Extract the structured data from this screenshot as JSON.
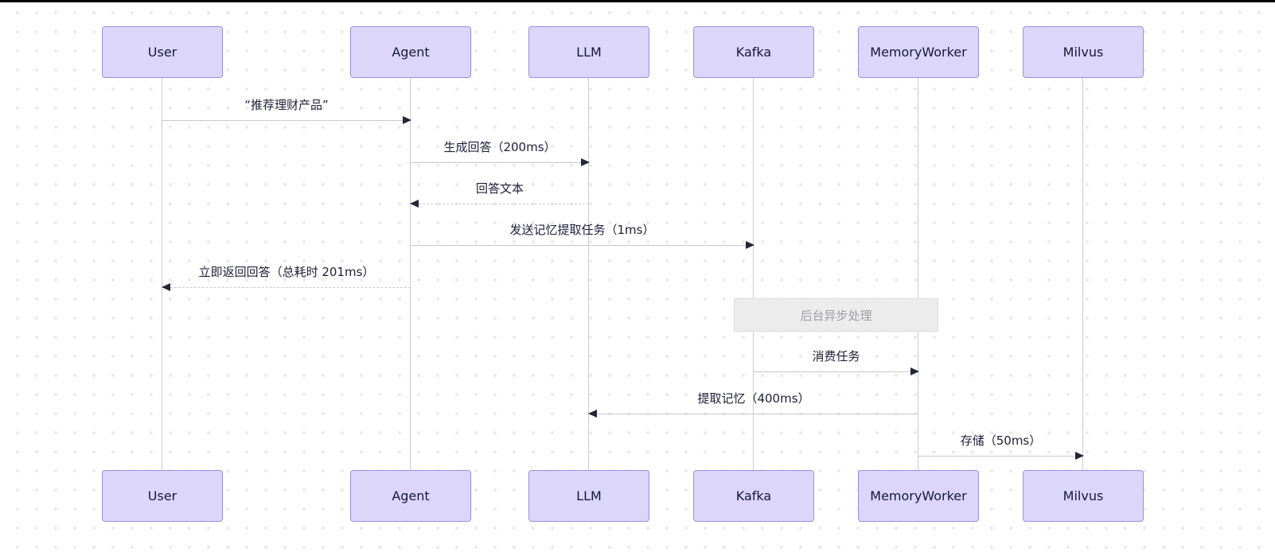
{
  "diagram": {
    "type": "sequence-diagram",
    "colors": {
      "participant_fill": "#dcd7fa",
      "participant_border": "#9c8ee0",
      "participant_text": "#171738",
      "message_text": "#20203a",
      "message_line": "#c9c9c9",
      "arrowhead": "#252538",
      "note_fill": "#ececec",
      "note_text": "#9d9da6",
      "canvas_dot": "#e9e9e9",
      "top_strip": "#000000"
    },
    "participants": [
      {
        "name": "User"
      },
      {
        "name": "Agent"
      },
      {
        "name": "LLM"
      },
      {
        "name": "Kafka"
      },
      {
        "name": "MemoryWorker"
      },
      {
        "name": "Milvus"
      }
    ],
    "messages": [
      {
        "from": "User",
        "to": "Agent",
        "text": "“推荐理财产品”",
        "style": "solid"
      },
      {
        "from": "Agent",
        "to": "LLM",
        "text": "生成回答（200ms）",
        "style": "solid"
      },
      {
        "from": "LLM",
        "to": "Agent",
        "text": "回答文本",
        "style": "dashed"
      },
      {
        "from": "Agent",
        "to": "Kafka",
        "text": "发送记忆提取任务（1ms）",
        "style": "solid"
      },
      {
        "from": "Agent",
        "to": "User",
        "text": "立即返回回答（总耗时 201ms）",
        "style": "dashed"
      },
      {
        "from": "Kafka",
        "to": "MemoryWorker",
        "text": "消费任务",
        "style": "solid"
      },
      {
        "from": "MemoryWorker",
        "to": "LLM",
        "text": "提取记忆（400ms）",
        "style": "solid"
      },
      {
        "from": "MemoryWorker",
        "to": "Milvus",
        "text": "存储（50ms）",
        "style": "solid"
      }
    ],
    "note": {
      "text": "后台异步处理",
      "over": "Kafka, MemoryWorker"
    }
  }
}
